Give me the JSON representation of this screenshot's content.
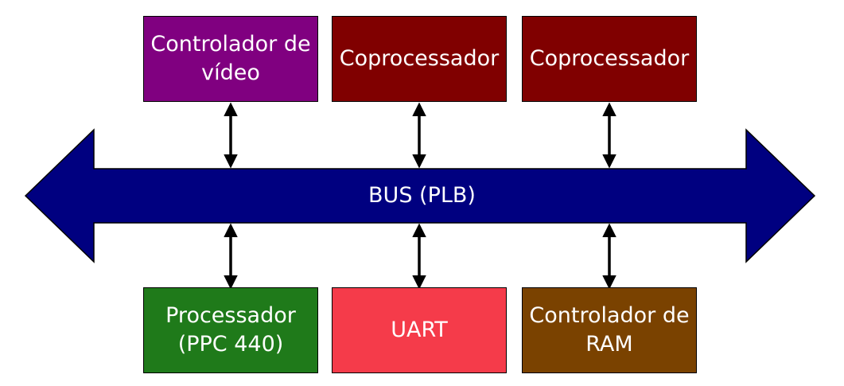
{
  "bus": {
    "label": "BUS (PLB)",
    "color": "#000080"
  },
  "top_blocks": [
    {
      "label": "Controlador de\nvídeo",
      "color": "#800080"
    },
    {
      "label": "Coprocessador",
      "color": "#800000"
    },
    {
      "label": "Coprocessador",
      "color": "#800000"
    }
  ],
  "bottom_blocks": [
    {
      "label": "Processador\n(PPC 440)",
      "color": "#1f7a1a"
    },
    {
      "label": "UART",
      "color": "#f53b4a"
    },
    {
      "label": "Controlador de\nRAM",
      "color": "#7a4200"
    }
  ],
  "connector_icon": "double-arrow-icon"
}
